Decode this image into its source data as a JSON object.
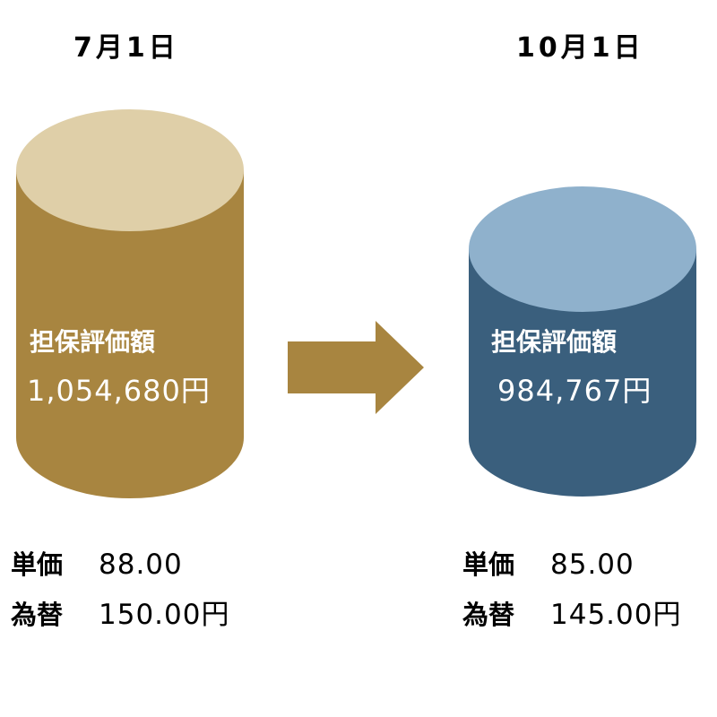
{
  "left": {
    "date": "7月1日",
    "label": "担保評価額",
    "value": "1,054,680円",
    "unit_price_label": "単価",
    "unit_price": "88.00",
    "fx_label": "為替",
    "fx": "150.00円",
    "colors": {
      "top": "#dfcfa8",
      "body": "#a88540"
    }
  },
  "right": {
    "date": "10月1日",
    "label": "担保評価額",
    "value": "984,767円",
    "unit_price_label": "単価",
    "unit_price": "85.00",
    "fx_label": "為替",
    "fx": "145.00円",
    "colors": {
      "top": "#8fb1cc",
      "body": "#3a5f7d"
    }
  },
  "arrow": {
    "color": "#a88540",
    "direction": "right"
  }
}
